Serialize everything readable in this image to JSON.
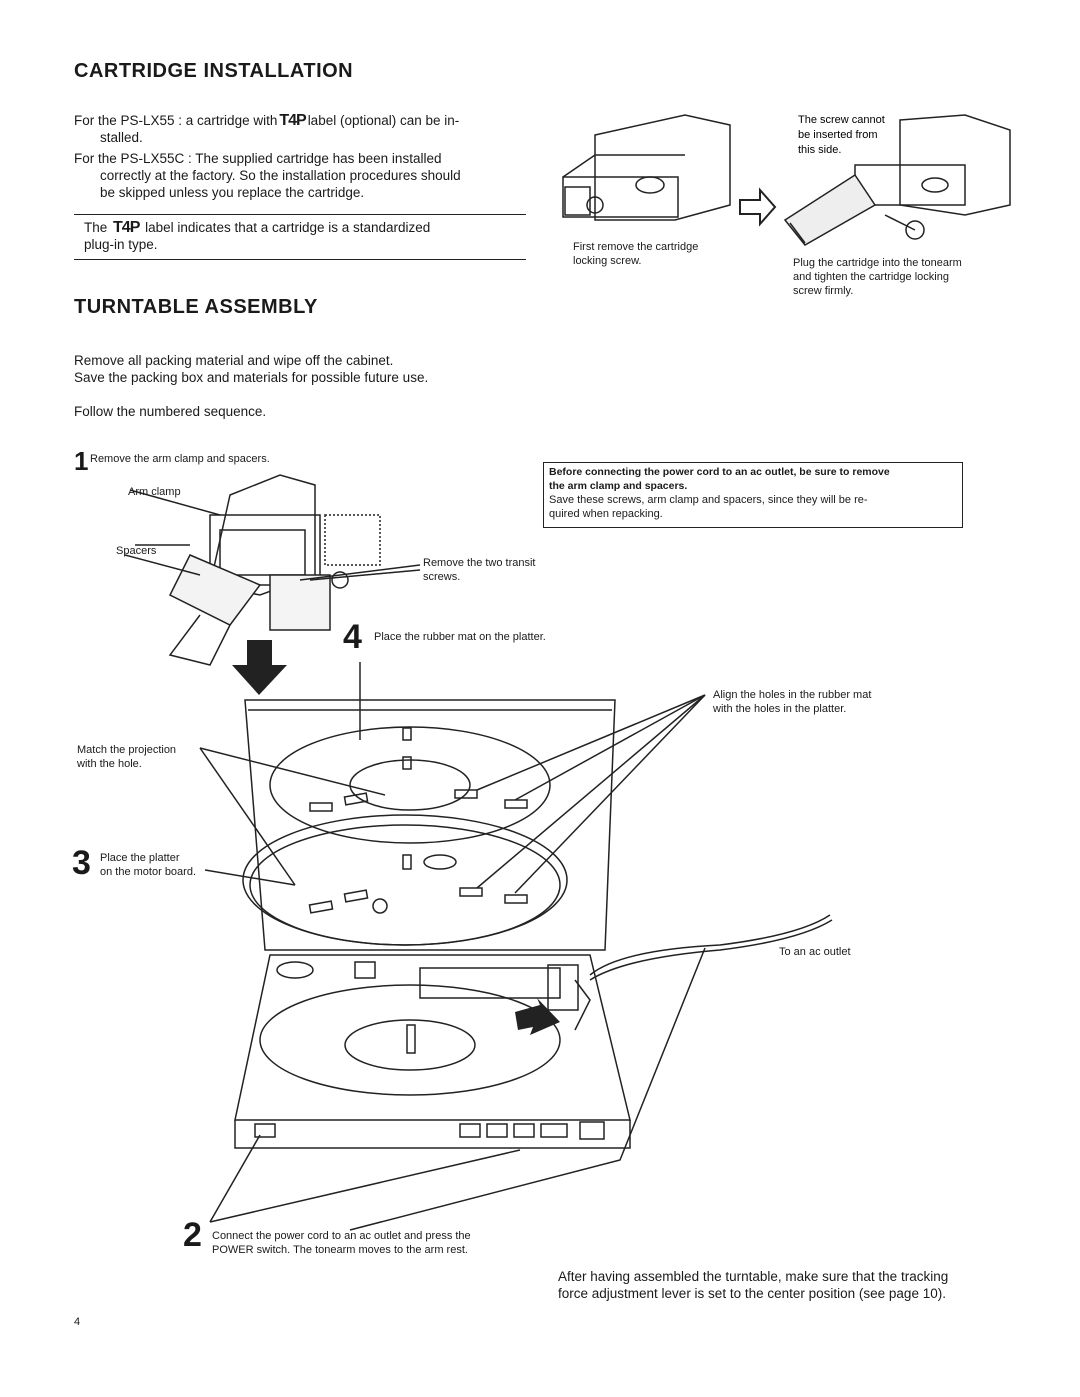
{
  "cartridge": {
    "title": "CARTRIDGE INSTALLATION",
    "lx55_prefix": "For the PS-LX55 :  a cartridge with",
    "lx55_label_mark": "T4P",
    "lx55_suffix": "label (optional) can be in-",
    "lx55_line2": "stalled.",
    "lx55c_line1": "For the PS-LX55C : The supplied cartridge has been installed",
    "lx55c_line2": "correctly at the factory. So the installation procedures should",
    "lx55c_line3": "be skipped unless you replace the cartridge.",
    "note_prefix": "The",
    "note_label_mark": "T4P",
    "note_suffix": "label indicates that a cartridge is a standardized",
    "note_line2": "plug-in type.",
    "fig_screw_cannot_1": "The screw cannot",
    "fig_screw_cannot_2": "be inserted from",
    "fig_screw_cannot_3": "this side.",
    "fig_first_remove_1": "First remove the cartridge",
    "fig_first_remove_2": "locking screw.",
    "fig_plug_1": "Plug the cartridge into the tonearm",
    "fig_plug_2": "and tighten the cartridge locking",
    "fig_plug_3": "screw firmly."
  },
  "assembly": {
    "title": "TURNTABLE ASSEMBLY",
    "intro_line1": "Remove all packing material and wipe off the cabinet.",
    "intro_line2": "Save the packing box and materials for possible future use.",
    "follow": "Follow the numbered sequence.",
    "step1_num": "1",
    "step1_text": "Remove the arm clamp and spacers.",
    "arm_clamp": "Arm clamp",
    "spacers": "Spacers",
    "transit_1": "Remove the two transit",
    "transit_2": "screws.",
    "warning_bold_1": "Before connecting the power cord to an ac outlet, be sure to remove",
    "warning_bold_2": "the arm clamp and spacers.",
    "warning_line_1": "Save these screws, arm clamp and spacers, since they will be re-",
    "warning_line_2": "quired when repacking.",
    "step4_num": "4",
    "step4_text": "Place the rubber mat on the platter.",
    "align_1": "Align the holes in the rubber mat",
    "align_2": "with the holes in the platter.",
    "match_1": "Match the projection",
    "match_2": "with the hole.",
    "step3_num": "3",
    "step3_line1": "Place the platter",
    "step3_line2": "on the motor board.",
    "ac_outlet": "To an ac outlet",
    "step2_num": "2",
    "step2_line1": "Connect the power cord to an ac outlet and press the",
    "step2_line2": "POWER switch. The tonearm moves to the arm rest.",
    "after_1": "After having assembled the turntable, make sure that the tracking",
    "after_2": "force adjustment lever is set to the center position (see page 10)."
  },
  "page_number": "4"
}
